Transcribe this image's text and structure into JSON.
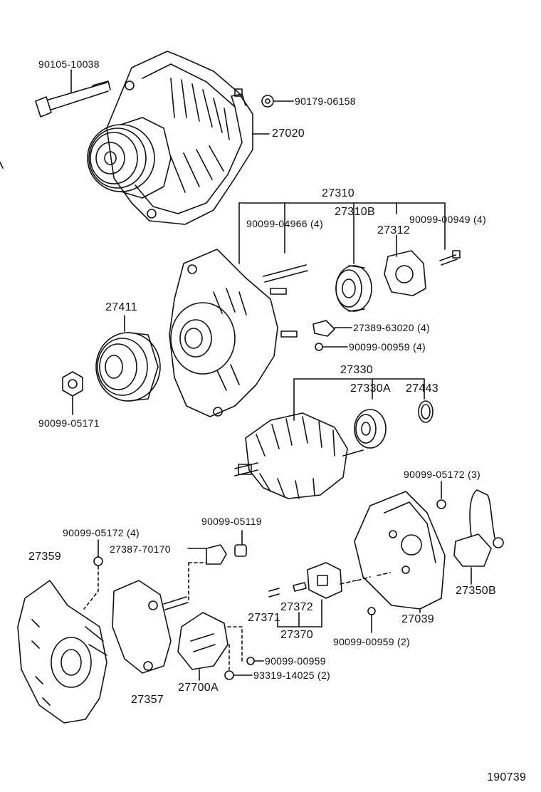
{
  "labels": {
    "bolt_top": "90105-10038",
    "nut_top": "90179-06158",
    "alternator_assy": "27020",
    "frame_assy": "27310",
    "bearing_front": "27310B",
    "stud_front": "90099-04966 (4)",
    "retainer": "27312",
    "screw_retainer": "90099-00949 (4)",
    "pulley": "27411",
    "pulley_nut": "90099-05171",
    "insulator": "27389-63020 (4)",
    "screw_front": "90099-00959 (4)",
    "rotor_assy": "27330",
    "bearing_rear": "27330A",
    "cover_ring": "27443",
    "nut_rear_cover": "90099-05172 (3)",
    "nut_end_frame": "90099-05172 (4)",
    "nut_terminal": "90099-05119",
    "terminal_insulator": "27387-70170",
    "end_frame": "27359",
    "rectifier": "27357",
    "regulator": "27700A",
    "screw_regulator": "90099-00959",
    "washer": "93319-14025 (2)",
    "brush": "27371",
    "spring": "27372",
    "brush_holder": "27370",
    "rear_cover": "27039",
    "screw_rear": "90099-00959 (2)",
    "connector": "27350B",
    "diagram_code": "190739"
  }
}
